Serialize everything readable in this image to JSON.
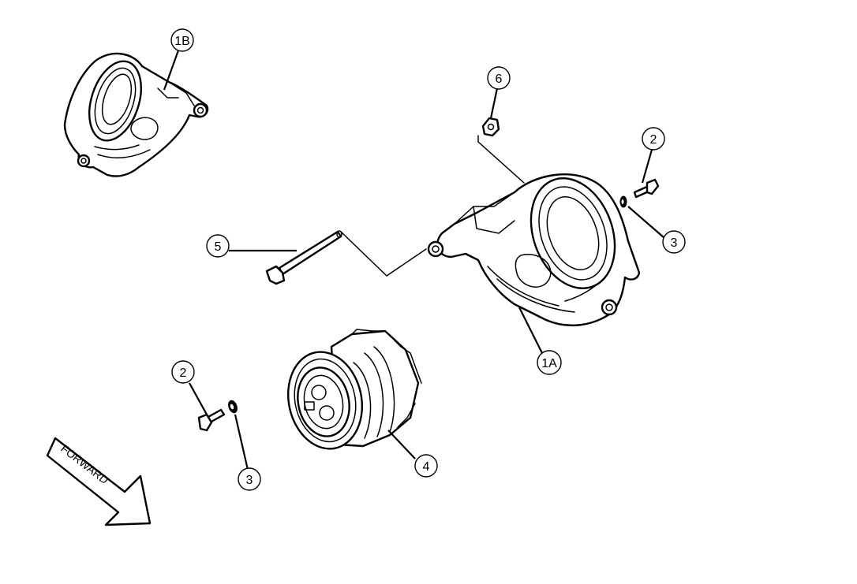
{
  "callouts": {
    "c_1b": "1B",
    "c_6": "6",
    "c_2_top": "2",
    "c_5": "5",
    "c_3_right": "3",
    "c_1a": "1A",
    "c_2_bottom": "2",
    "c_4": "4",
    "c_3_bottom": "3"
  },
  "forward_label": "FORWARD",
  "colors": {
    "line": "#000000",
    "background": "#ffffff"
  }
}
